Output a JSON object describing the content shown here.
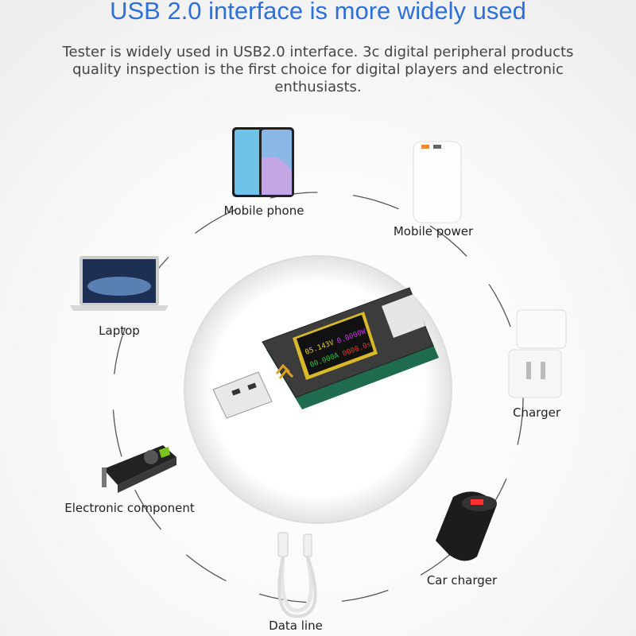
{
  "header": {
    "title": "USB 2.0 interface is more widely used",
    "subtitle": "Tester is widely used in USB2.0 interface. 3c digital peripheral products quality inspection is the first choice for digital players and electronic enthusiasts."
  },
  "devices": [
    {
      "label": "Mobile phone",
      "icon": "smartphone-icon"
    },
    {
      "label": "Mobile power",
      "icon": "power-bank-icon"
    },
    {
      "label": "Laptop",
      "icon": "laptop-icon"
    },
    {
      "label": "Charger",
      "icon": "wall-charger-icon"
    },
    {
      "label": "Electronic component",
      "icon": "graphics-card-icon"
    },
    {
      "label": "Car charger",
      "icon": "car-charger-icon"
    },
    {
      "label": "Data line",
      "icon": "usb-cable-icon"
    }
  ],
  "tester_display": {
    "voltage": "05.143V",
    "power": "0.0000W",
    "current": "00.000A",
    "time": "0000.0s"
  },
  "colors": {
    "title": "#2f6fd8",
    "voltage": "#e8d21a",
    "power": "#c23ad8",
    "current": "#29c23a",
    "time": "#d8342a"
  }
}
